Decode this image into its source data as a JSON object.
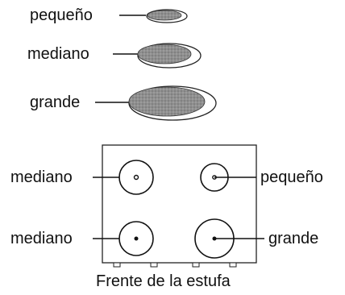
{
  "legend": {
    "small": "pequeño",
    "medium": "mediano",
    "large": "grande"
  },
  "stove": {
    "burners": {
      "top_left": "mediano",
      "top_right": "pequeño",
      "bottom_left": "mediano",
      "bottom_right": "grande"
    },
    "caption": "Frente de la estufa"
  }
}
